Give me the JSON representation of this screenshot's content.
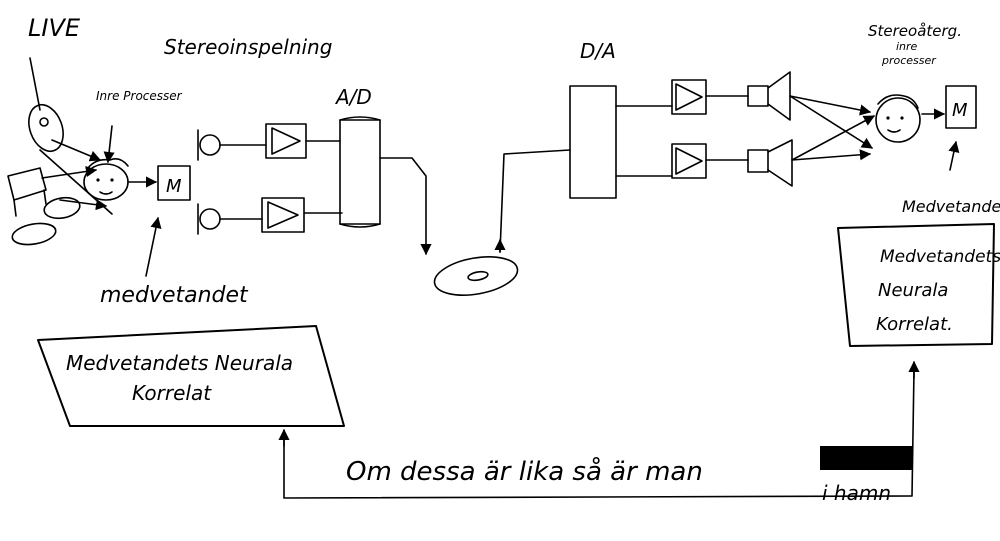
{
  "labels": {
    "live": "LIVE",
    "inner_processes_left": "Inre Processer",
    "stereo_recording": "Stereoinspelning",
    "ad": "A/D",
    "da": "D/A",
    "stereo_playback": "Stereoåterg.",
    "inner_processes_right_1": "inre",
    "inner_processes_right_2": "processer",
    "m_left": "M",
    "m_right": "M",
    "consciousness_left": "medvetandet",
    "consciousness_right": "Medvetandet",
    "ncc_left_line1": "Medvetandets Neurala",
    "ncc_left_line2": "Korrelat",
    "ncc_right_line1": "Medvetandets",
    "ncc_right_line2": "Neurala",
    "ncc_right_line3": "Korrelat.",
    "conclusion_main": "Om dessa är lika så är man",
    "conclusion_tail": "i hamn"
  }
}
